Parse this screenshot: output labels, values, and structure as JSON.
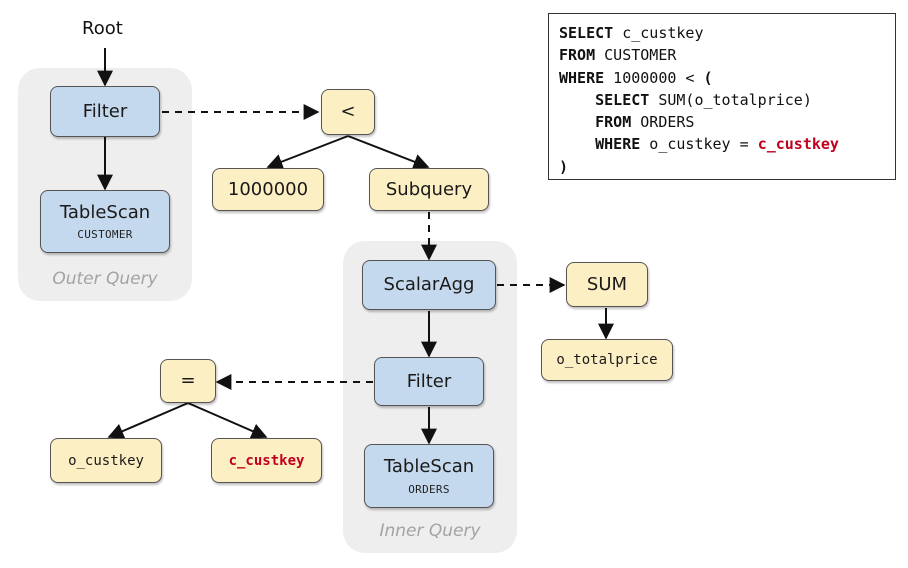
{
  "diagram": {
    "root_label": "Root",
    "groups": {
      "outer": "Outer Query",
      "inner": "Inner Query"
    },
    "nodes": {
      "outer_filter": "Filter",
      "outer_tablescan": "TableScan",
      "outer_tablescan_sub": "CUSTOMER",
      "less_than": "<",
      "const": "1000000",
      "subquery": "Subquery",
      "scalar_agg": "ScalarAgg",
      "sum": "SUM",
      "totalprice": "o_totalprice",
      "inner_filter": "Filter",
      "inner_tablescan": "TableScan",
      "inner_tablescan_sub": "ORDERS",
      "equals": "=",
      "o_custkey": "o_custkey",
      "c_custkey": "c_custkey"
    }
  },
  "sql": {
    "line1_kw": "SELECT",
    "line1_rest": " c_custkey",
    "line2_kw": "FROM",
    "line2_rest": " CUSTOMER",
    "line3_kw": "WHERE",
    "line3_rest": " 1000000 < ",
    "line3_paren": "(",
    "line4_indent": "    ",
    "line4_kw": "SELECT",
    "line4_rest": " SUM(o_totalprice)",
    "line5_indent": "    ",
    "line5_kw": "FROM",
    "line5_rest": " ORDERS",
    "line6_indent": "    ",
    "line6_kw": "WHERE",
    "line6_rest": " o_custkey = ",
    "line6_hl": "c_custkey",
    "line7_paren": ")"
  },
  "colors": {
    "operator_fill": "#c5d9ee",
    "expression_fill": "#fdefc4",
    "group_fill": "#eeeeee",
    "highlight": "#c0001c"
  }
}
